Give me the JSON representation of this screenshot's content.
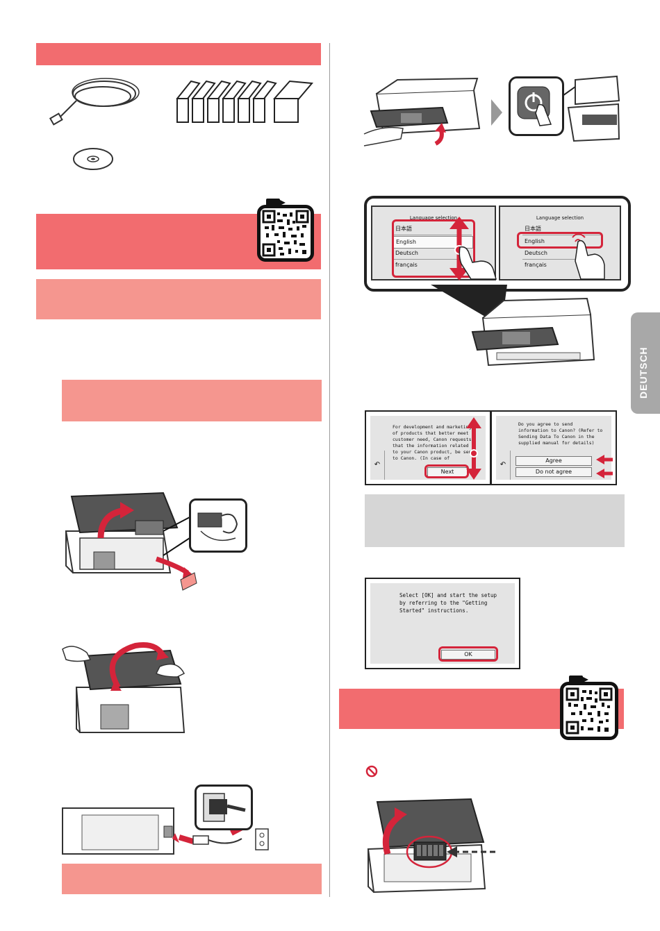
{
  "side_tab": {
    "label": "DEUTSCH"
  },
  "lcd_language": {
    "title": "Language selection",
    "items": [
      "日本語",
      "English",
      "Deutsch",
      "français"
    ]
  },
  "lcd_info": {
    "text": "For development and marketing of products that better meet customer need, Canon requests that the information related to your Canon product, be sent to Canon. (In case of",
    "next_label": "Next"
  },
  "lcd_agree": {
    "text": "Do you agree to send information to Canon? (Refer to Sending Data To Canon in the supplied manual for details)",
    "agree_label": "Agree",
    "disagree_label": "Do not agree"
  },
  "lcd_ok": {
    "text": "Select [OK] and start the setup by referring to the \"Getting Started\" instructions.",
    "ok_label": "OK"
  },
  "back_symbol": "↶",
  "colors": {
    "accent": "#f26c6f",
    "accent_light": "#f5968f",
    "highlight": "#d4243a",
    "note_gray": "#d6d6d6"
  }
}
